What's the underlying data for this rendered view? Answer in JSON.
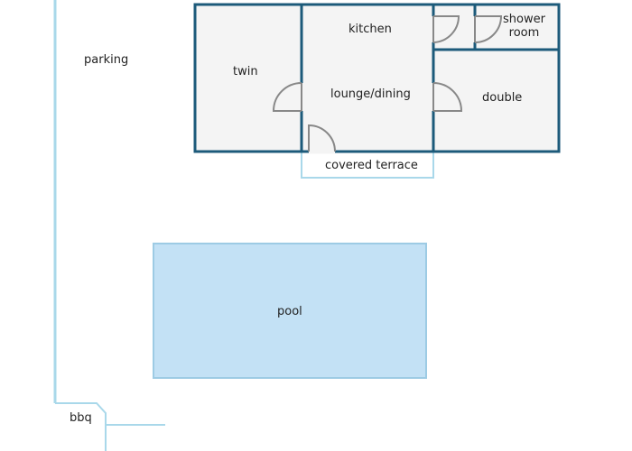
{
  "plan": {
    "rooms": {
      "twin": "twin",
      "kitchen": "kitchen",
      "shower_room": "shower\nroom",
      "lounge_dining": "lounge/dining",
      "double": "double",
      "covered_terrace": "covered terrace"
    },
    "outdoor": {
      "parking": "parking",
      "pool": "pool",
      "bbq": "bbq"
    }
  },
  "colors": {
    "wall": "#1c5a7a",
    "room_fill": "#f4f4f4",
    "outline_light": "#a9d8ea",
    "pool_fill": "#c3e1f5",
    "pool_stroke": "#9dcbe4",
    "door": "#888888"
  }
}
